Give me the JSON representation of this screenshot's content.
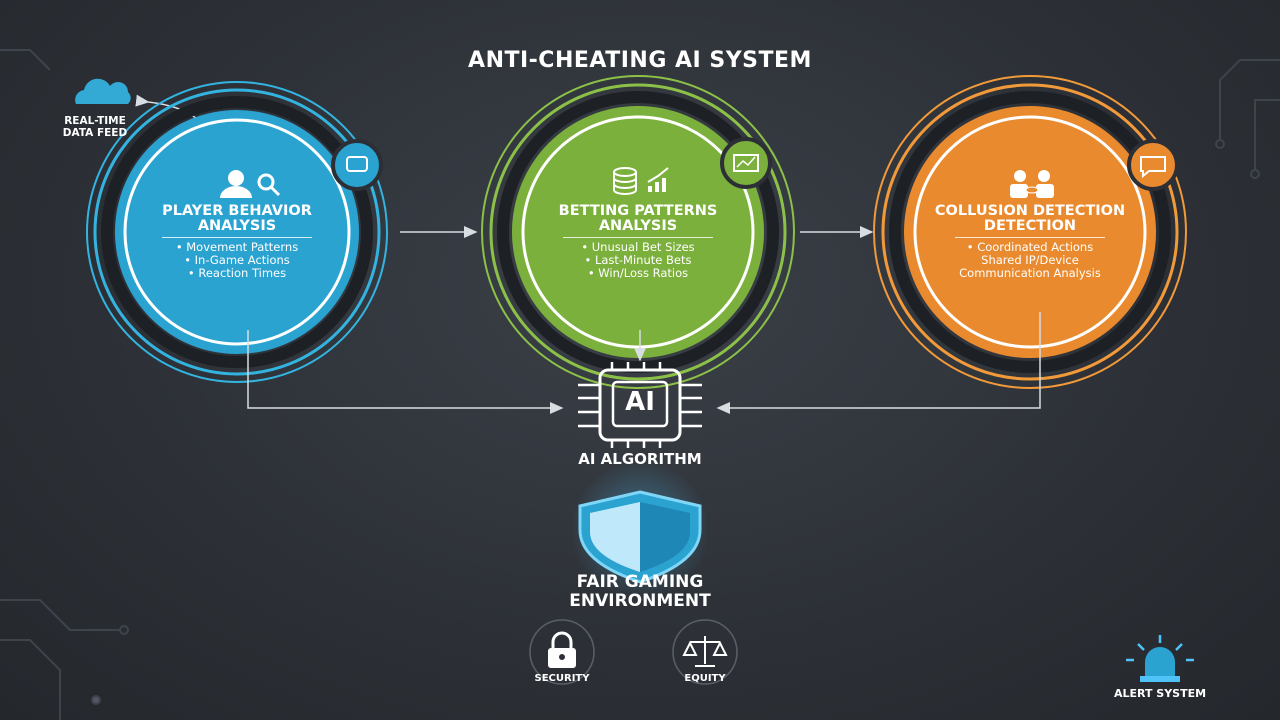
{
  "title": "ANTI-CHEATING AI SYSTEM",
  "data_feed": {
    "label_line1": "REAL-TIME",
    "label_line2": "DATA FEED",
    "icon": "cloud-icon"
  },
  "nodes": [
    {
      "id": "player",
      "title_line1": "PLAYER BEHAVIOR",
      "title_line2": "ANALYSIS",
      "color": "#2aa3d1",
      "ring": "#33b4e0",
      "icon": "user-search-icon",
      "badge_icon": "robot-icon",
      "items": [
        "• Movement Patterns",
        "• In-Game Actions",
        "• Reaction Times"
      ]
    },
    {
      "id": "betting",
      "title_line1": "BETTING PATTERNS",
      "title_line2": "ANALYSIS",
      "color": "#7cb03c",
      "ring": "#8cc148",
      "icon": "coins-chart-icon",
      "badge_icon": "line-chart-icon",
      "items": [
        "• Unusual Bet Sizes",
        "• Last-Minute Bets",
        "• Win/Loss Ratios"
      ]
    },
    {
      "id": "collusion",
      "title_line1": "COLLUSION DETECTION",
      "title_line2": "DETECTION",
      "color": "#ea8a2e",
      "ring": "#f29a3a",
      "icon": "handshake-icon",
      "badge_icon": "chat-bubble-icon",
      "items": [
        "• Coordinated Actions",
        "Shared IP/Device",
        "Communication Analysis"
      ]
    }
  ],
  "ai": {
    "chip_text": "AI",
    "label": "AI ALGORITHM"
  },
  "shield": {
    "label_line1": "FAIR GAMING",
    "label_line2": "ENVIRONMENT"
  },
  "footer": {
    "security": "SECURITY",
    "equity": "EQUITY",
    "alert": "ALERT SYSTEM"
  }
}
